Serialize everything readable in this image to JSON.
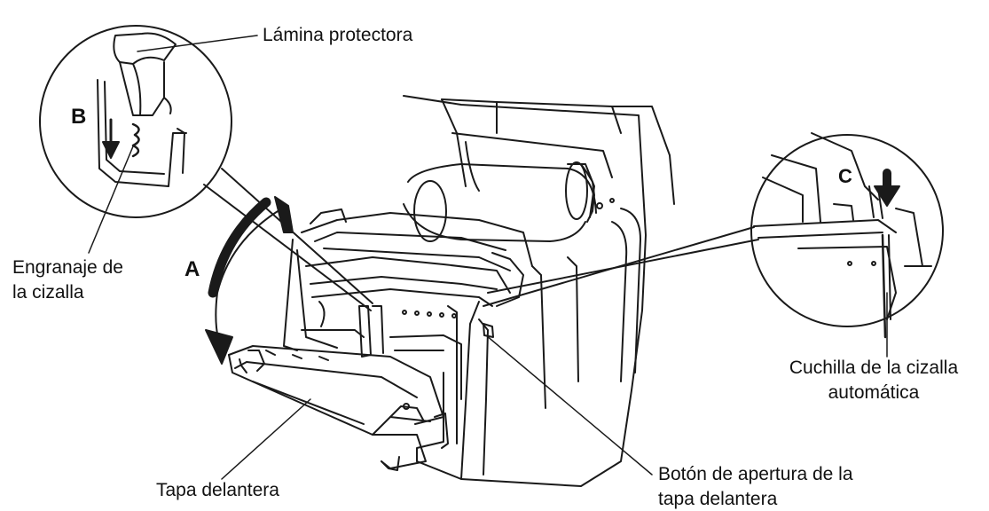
{
  "labels": {
    "protective_sheet": "Lámina protectora",
    "cutter_gear_line1": "Engranaje de",
    "cutter_gear_line2": "la cizalla",
    "front_cover": "Tapa delantera",
    "cover_button_line1": "Botón de apertura de la",
    "cover_button_line2": "tapa delantera",
    "cutter_blade_line1": "Cuchilla de la cizalla",
    "cutter_blade_line2": "automática"
  },
  "steps": {
    "a": "A",
    "b": "B",
    "c": "C"
  }
}
